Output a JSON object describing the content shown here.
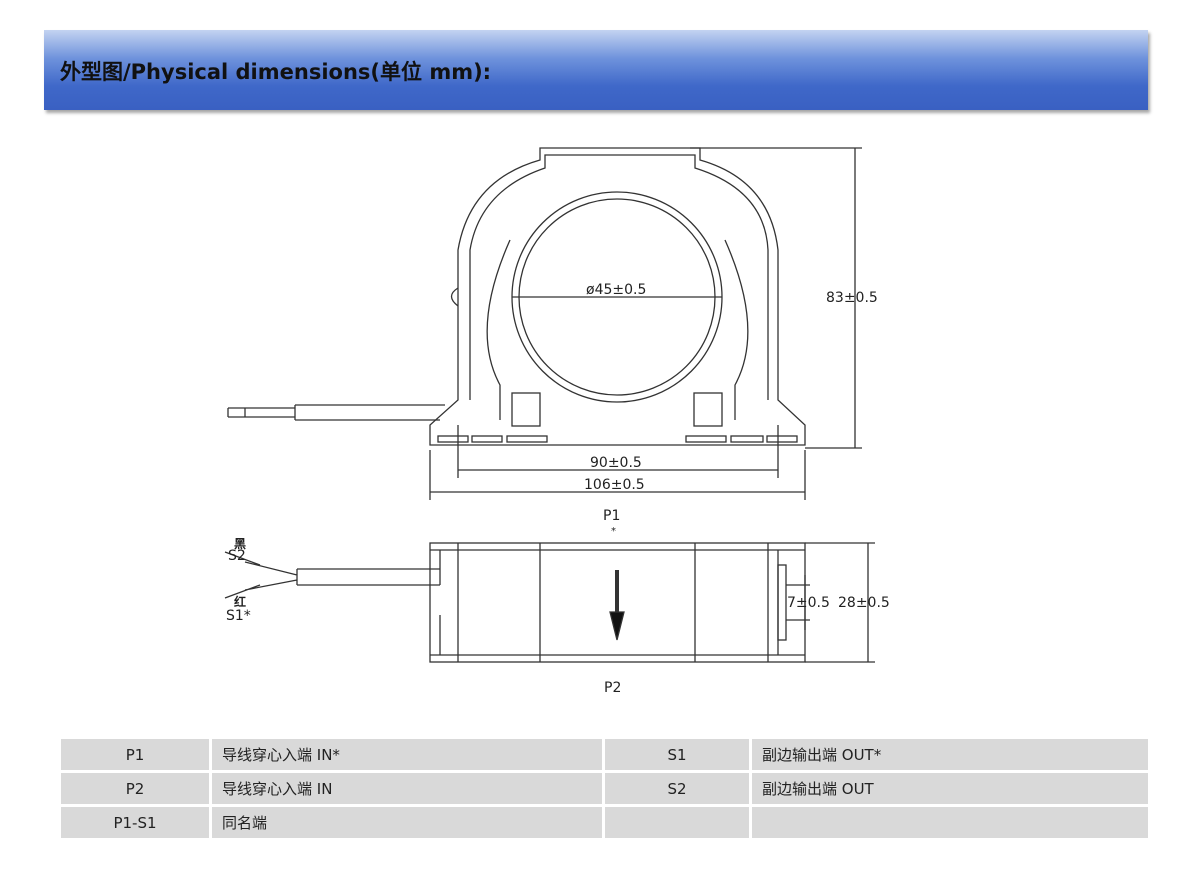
{
  "header": {
    "title": "外型图/Physical dimensions(单位 mm):"
  },
  "drawing": {
    "inner_diameter": "ø45±0.5",
    "height": "83±0.5",
    "mount_spacing": "90±0.5",
    "width": "106±0.5",
    "p1": "P1",
    "p1_mark": "*",
    "p2": "P2",
    "wire_black": "黑",
    "s2": "S2",
    "wire_red": "红",
    "s1": "S1*",
    "slot_width": "7±0.5",
    "thickness": "28±0.5"
  },
  "table": {
    "rows": [
      [
        "P1",
        "导线穿心入端 IN*",
        "S1",
        "副边输出端 OUT*"
      ],
      [
        "P2",
        "导线穿心入端 IN",
        "S2",
        "副边输出端 OUT"
      ],
      [
        "P1-S1",
        "同名端",
        "",
        ""
      ]
    ]
  }
}
